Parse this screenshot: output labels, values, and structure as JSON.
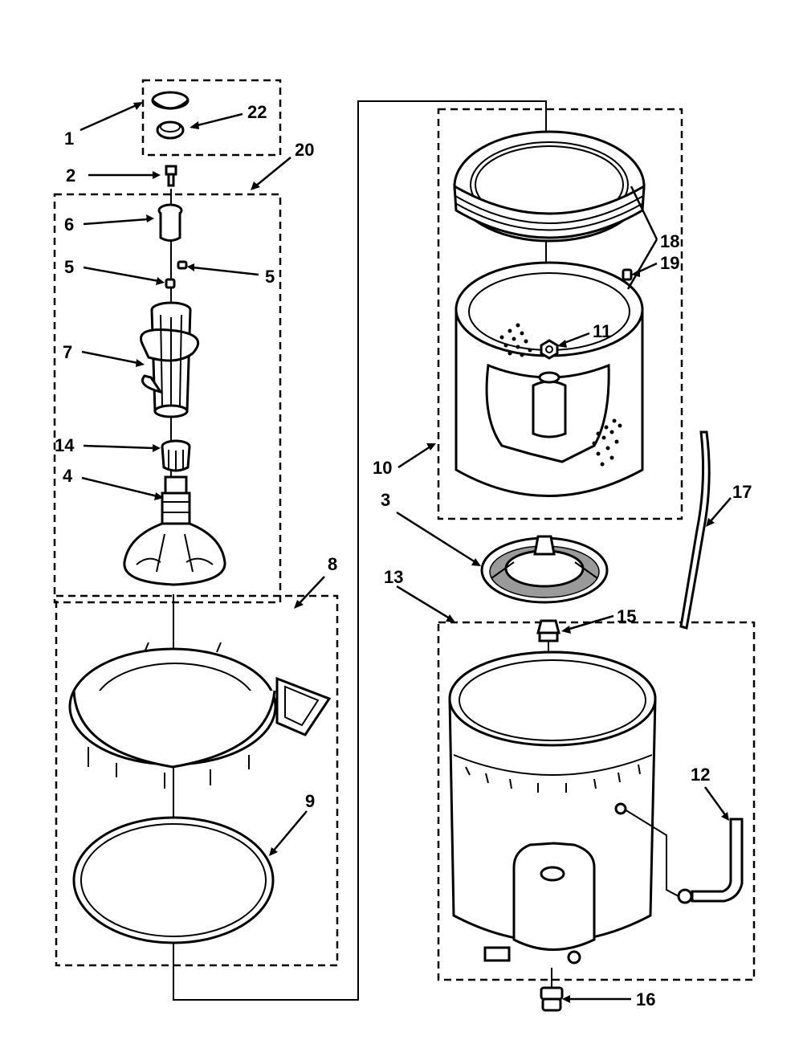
{
  "callouts": {
    "c1": "1",
    "c22": "22",
    "c2": "2",
    "c20": "20",
    "c6": "6",
    "c5a": "5",
    "c5b": "5",
    "c7": "7",
    "c14": "14",
    "c4": "4",
    "c8": "8",
    "c9": "9",
    "c10": "10",
    "c18": "18",
    "c19": "19",
    "c11": "11",
    "c17": "17",
    "c3": "3",
    "c13": "13",
    "c15": "15",
    "c12": "12",
    "c16": "16"
  }
}
